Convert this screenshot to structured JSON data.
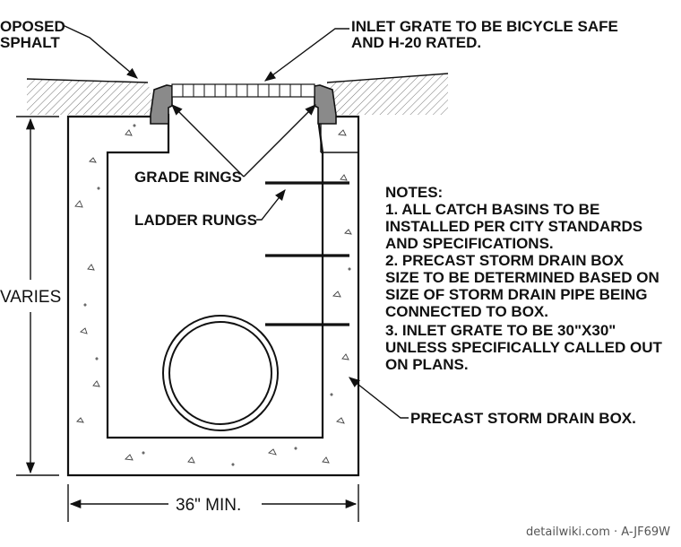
{
  "callouts": {
    "proposed_asphalt_line1": "OPOSED",
    "proposed_asphalt_line2": "SPHALT",
    "grate_line1": "INLET GRATE TO BE BICYCLE SAFE",
    "grate_line2": "AND H-20 RATED.",
    "grade_rings": "GRADE RINGS",
    "ladder_rungs": "LADDER RUNGS",
    "drain_box": "PRECAST STORM DRAIN BOX."
  },
  "notes": {
    "heading": "NOTES:",
    "lines": [
      "1. ALL CATCH BASINS TO BE",
      "INSTALLED PER CITY STANDARDS",
      "AND SPECIFICATIONS.",
      "2. PRECAST STORM DRAIN BOX",
      "SIZE TO BE DETERMINED BASED ON",
      "SIZE OF STORM DRAIN PIPE BEING",
      "CONNECTED TO BOX.",
      "3. INLET GRATE TO BE 30\"X30\"",
      "UNLESS SPECIFICALLY CALLED OUT",
      "ON PLANS."
    ]
  },
  "dimensions": {
    "height": "VARIES",
    "width": "36\" MIN."
  },
  "watermark": "detailwiki.com · A-JF69W",
  "colors": {
    "line": "#111111",
    "ring_fill": "#8a8a8a",
    "hatch": "#777777"
  }
}
